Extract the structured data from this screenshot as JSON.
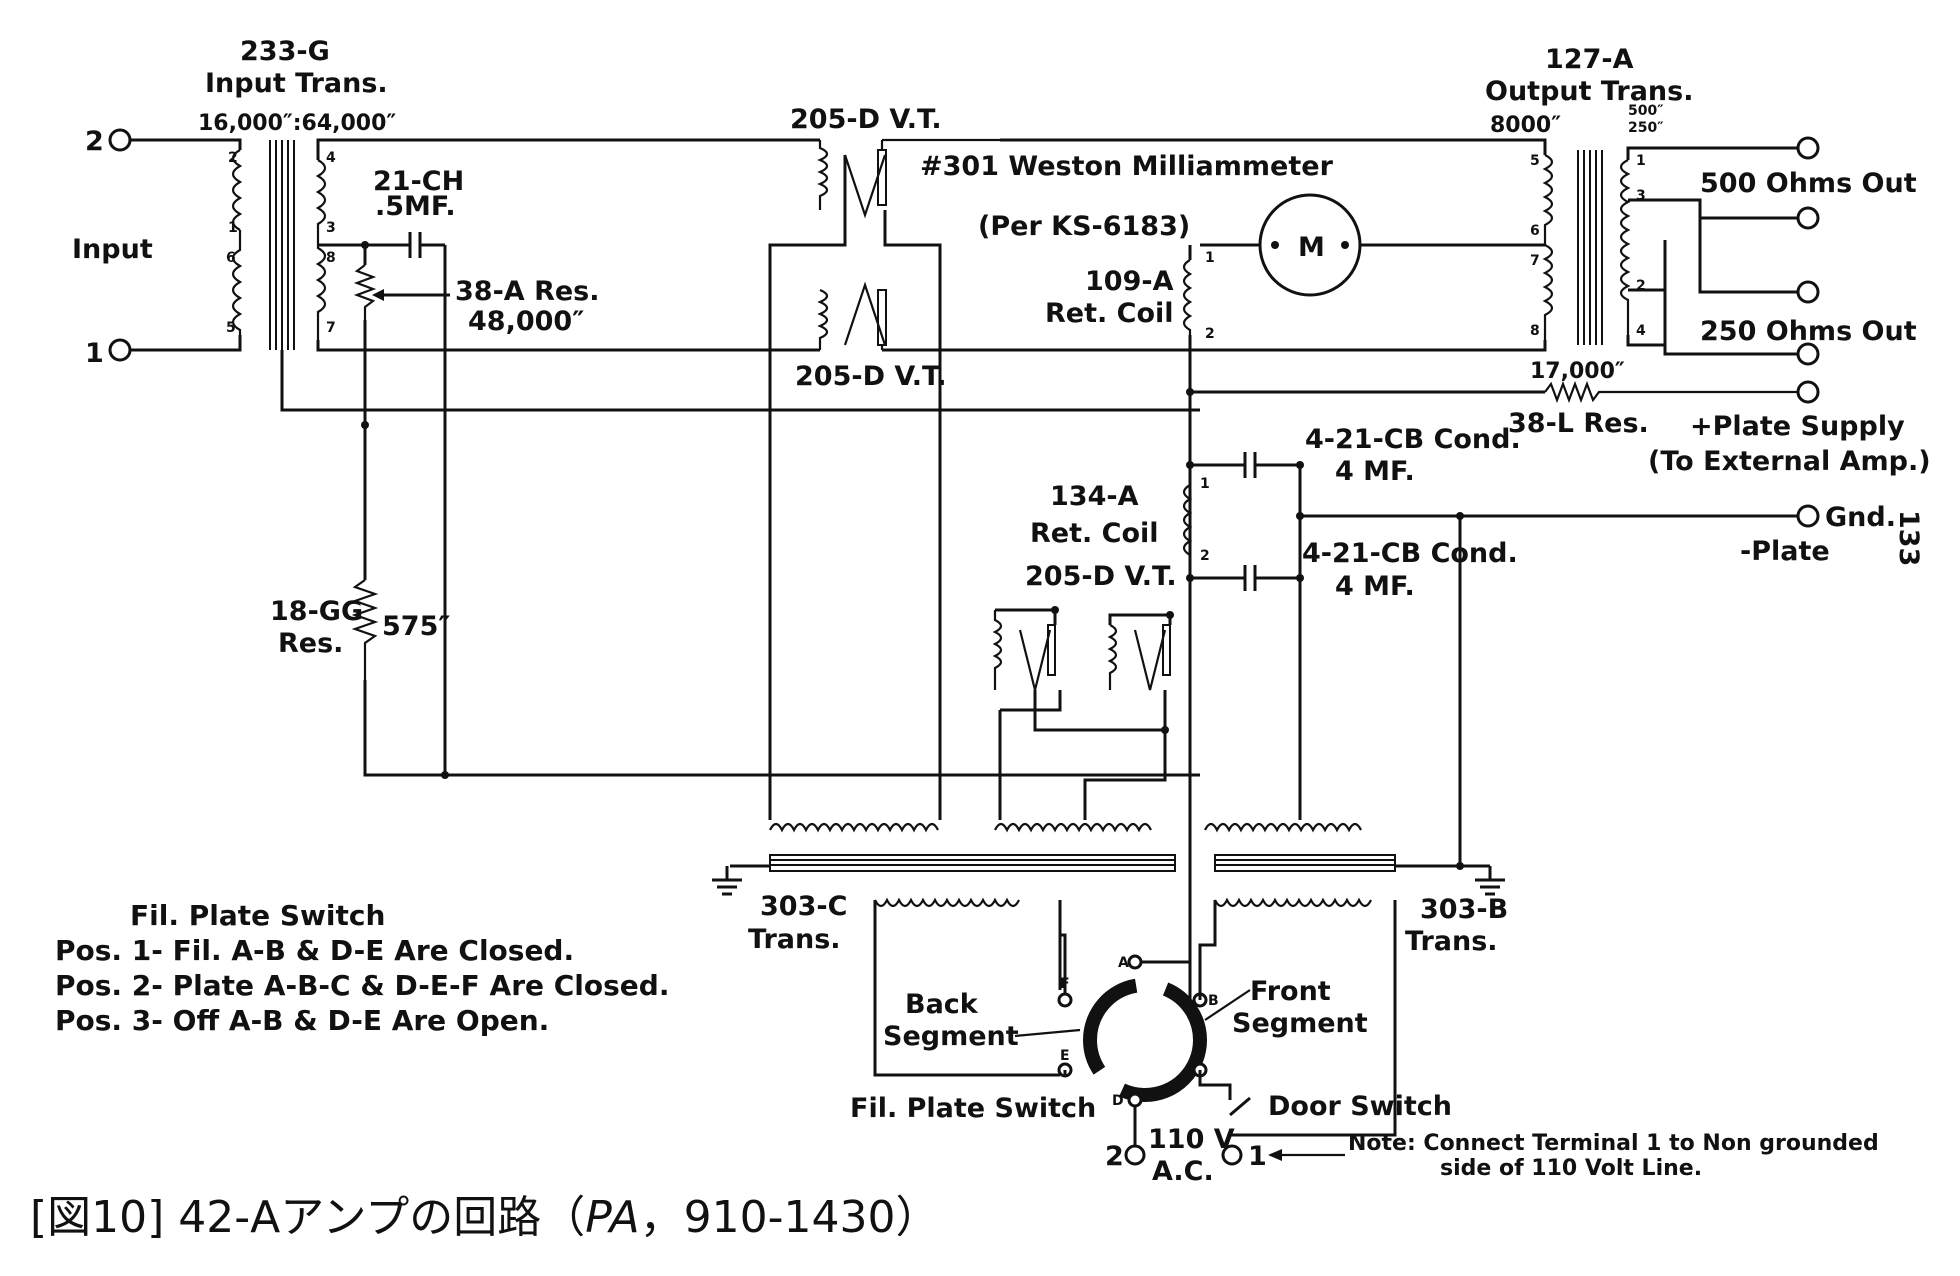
{
  "figure": {
    "caption_prefix": "[図10] 42-Aアンプの回路（",
    "caption_italic": "PA",
    "caption_suffix": "，910-1430）"
  },
  "input": {
    "label": "Input",
    "terminal_2": "2",
    "terminal_1": "1"
  },
  "input_transformer": {
    "model": "233-G",
    "name": "Input Trans.",
    "ratio": "16,000″:64,000″"
  },
  "capacitor_21ch": {
    "model": "21-CH",
    "value": ".5MF."
  },
  "resistor_38a": {
    "model": "38-A Res.",
    "value": "48,000″"
  },
  "resistor_18gg": {
    "model": "18-GG",
    "type": "Res.",
    "value": "575″"
  },
  "tube_top": {
    "label": "205-D V.T."
  },
  "tube_bottom": {
    "label": "205-D V.T."
  },
  "tube_lower": {
    "label": "205-D  V.T."
  },
  "meter": {
    "label": "#301 Weston Milliammeter",
    "spec": "(Per KS-6183)",
    "symbol": "M"
  },
  "coil_109a": {
    "model": "109-A",
    "type": "Ret. Coil"
  },
  "coil_134a": {
    "model": "134-A",
    "type": "Ret. Coil"
  },
  "output_transformer": {
    "model": "127-A",
    "name": "Output Trans.",
    "primary": "8000″",
    "secondary_500": "500″",
    "secondary_250": "250″"
  },
  "outputs": {
    "out_500": "500 Ohms Out",
    "out_250": "250 Ohms Out",
    "plate_supply": "+Plate Supply",
    "plate_supply_note": "(To External Amp.)",
    "gnd": "Gnd.",
    "minus_plate": "-Plate"
  },
  "resistor_38l": {
    "value": "17,000″",
    "model": "38-L Res."
  },
  "cond_upper": {
    "model": "4-21-CB Cond.",
    "value": "4 MF."
  },
  "cond_lower": {
    "model": "4-21-CB Cond.",
    "value": "4 MF."
  },
  "trans_303c": {
    "model": "303-C",
    "name": "Trans."
  },
  "trans_303b": {
    "model": "303-B",
    "name": "Trans."
  },
  "switch": {
    "back_label": "Back",
    "back_label2": "Segment",
    "front_label": "Front",
    "front_label2": "Segment",
    "name": "Fil. Plate Switch",
    "door": "Door Switch",
    "contacts": [
      "A",
      "B",
      "C",
      "D",
      "E",
      "F"
    ]
  },
  "ac_input": {
    "terminal_2": "2",
    "terminal_1": "1",
    "voltage": "110 V",
    "type": "A.C."
  },
  "note": {
    "line1": "Note:  Connect  Terminal 1 to Non grounded",
    "line2": "side of  110 Volt Line."
  },
  "switch_positions": {
    "title": "Fil. Plate Switch",
    "pos1": "Pos. 1- Fil. A-B & D-E Are Closed.",
    "pos2": "Pos. 2- Plate A-B-C & D-E-F Are Closed.",
    "pos3": "Pos. 3- Off A-B & D-E Are Open."
  },
  "page_number": "133"
}
